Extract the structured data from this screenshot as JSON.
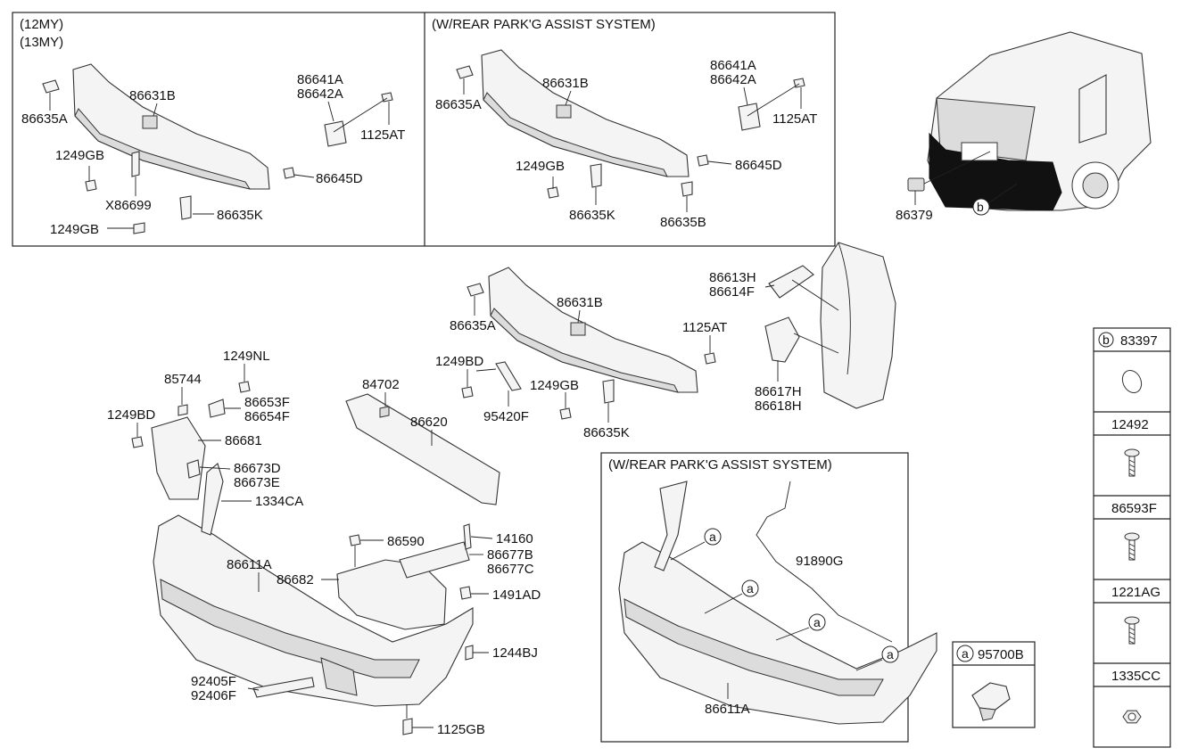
{
  "panels": {
    "top_left_header": [
      "(12MY)",
      "(13MY)"
    ],
    "top_mid_header": "(W/REAR PARK'G ASSIST SYSTEM)",
    "bottom_right_header": "(W/REAR PARK'G ASSIST SYSTEM)"
  },
  "labels": {
    "tl_86641A": "86641A",
    "tl_86642A": "86642A",
    "tl_86631B": "86631B",
    "tl_86635A": "86635A",
    "tl_1125AT": "1125AT",
    "tl_1249GB": "1249GB",
    "tl_86645D": "86645D",
    "tl_X86699": "X86699",
    "tl_1249GB_2": "1249GB",
    "tl_86635K": "86635K",
    "tm_86641A": "86641A",
    "tm_86642A": "86642A",
    "tm_86631B": "86631B",
    "tm_86635A": "86635A",
    "tm_1125AT": "1125AT",
    "tm_1249GB": "1249GB",
    "tm_86645D": "86645D",
    "tm_86635K": "86635K",
    "tm_86635B": "86635B",
    "car_86379": "86379",
    "car_b": "b",
    "m_86613H": "86613H",
    "m_86614F": "86614F",
    "m_86631B": "86631B",
    "m_86635A": "86635A",
    "m_1125AT": "1125AT",
    "m_1249BD": "1249BD",
    "m_84702": "84702",
    "m_1249GB": "1249GB",
    "m_95420F": "95420F",
    "m_86620": "86620",
    "m_86635K": "86635K",
    "m_86617H": "86617H",
    "m_86618H": "86618H",
    "b_1249NL": "1249NL",
    "b_85744": "85744",
    "b_86653F": "86653F",
    "b_86654F": "86654F",
    "b_1249BD": "1249BD",
    "b_86681": "86681",
    "b_86673D": "86673D",
    "b_86673E": "86673E",
    "b_1334CA": "1334CA",
    "b_86590": "86590",
    "b_14160": "14160",
    "b_86677B": "86677B",
    "b_86677C": "86677C",
    "b_86611A": "86611A",
    "b_86682": "86682",
    "b_1491AD": "1491AD",
    "b_1244BJ": "1244BJ",
    "b_92405F": "92405F",
    "b_92406F": "92406F",
    "b_1125GB": "1125GB",
    "br_91890G": "91890G",
    "br_86611A": "86611A",
    "br_a": "a",
    "br_95700B": "95700B"
  },
  "legend_column": [
    {
      "callout": "b",
      "code": "83397",
      "icon": "oval-pad-icon"
    },
    {
      "callout": "",
      "code": "12492",
      "icon": "screw-icon"
    },
    {
      "callout": "",
      "code": "86593F",
      "icon": "screw-icon"
    },
    {
      "callout": "",
      "code": "1221AG",
      "icon": "screw-icon"
    },
    {
      "callout": "",
      "code": "1335CC",
      "icon": "nut-icon"
    }
  ]
}
